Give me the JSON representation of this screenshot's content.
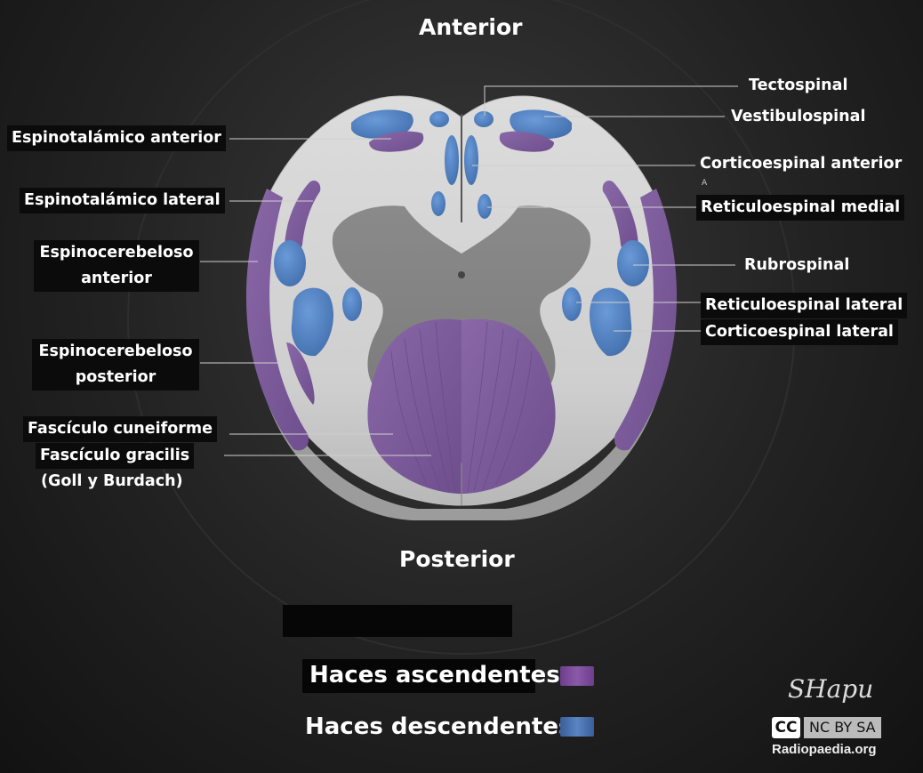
{
  "title": "",
  "directions": {
    "anterior": "Anterior",
    "posterior": "Posterior"
  },
  "left_labels": {
    "espinotalamico_anterior": "Espinotalámico anterior",
    "espinotalamico_lateral": "Espinotalámico lateral",
    "espinocerebeloso_anterior_1": "Espinocerebeloso",
    "espinocerebeloso_anterior_2": "anterior",
    "espinocerebeloso_posterior_1": "Espinocerebeloso",
    "espinocerebeloso_posterior_2": "posterior",
    "fasciculo_cuneiforme": "Fascículo cuneiforme",
    "fasciculo_gracilis": "Fascículo gracilis",
    "goll_burdach": "(Goll y Burdach)"
  },
  "right_labels": {
    "tectospinal": "Tectospinal",
    "vestibulospinal": "Vestibulospinal",
    "corticoespinal_anterior": "Corticoespinal anterior",
    "corticoespinal_anterior_sub": "A",
    "reticuloespinal_medial": "Reticuloespinal medial",
    "rubrospinal": "Rubrospinal",
    "reticuloespinal_lateral": "Reticuloespinal lateral",
    "corticoespinal_lateral": "Corticoespinal lateral"
  },
  "legend": {
    "ascendentes": "Haces ascendentes",
    "descendentes": "Haces descendentes"
  },
  "colors": {
    "ascending": "#7a5a96",
    "descending": "#4f7fbf",
    "white_matter": "#d2d2d2",
    "gray_matter": "#8a8a8a"
  },
  "credit": {
    "signature": "SHapu",
    "cc": "CC",
    "license": "NC BY SA",
    "site": "Radiopaedia.org"
  }
}
